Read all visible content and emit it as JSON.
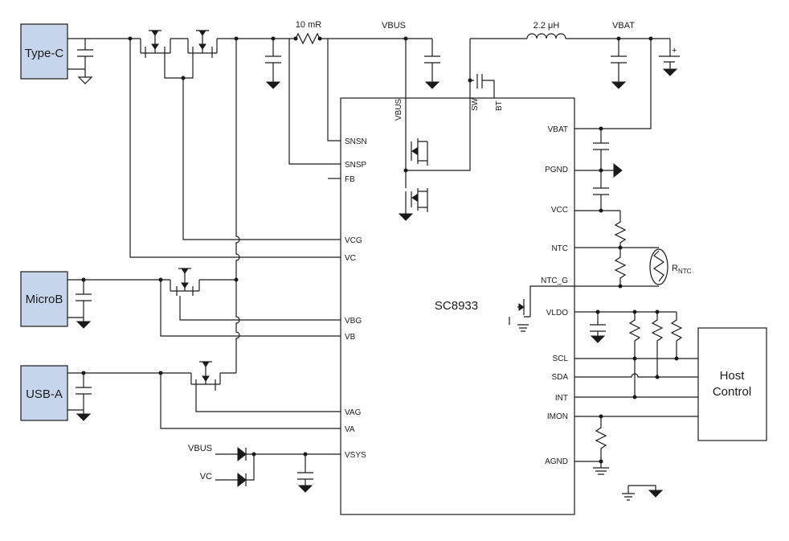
{
  "connectors": {
    "typec": "Type-C",
    "microb": "MicroB",
    "usba": "USB-A"
  },
  "chip": {
    "name": "SC8933",
    "pins_left": {
      "snsn": "SNSN",
      "snsp": "SNSP",
      "fb": "FB",
      "vcg": "VCG",
      "vc": "VC",
      "vbg": "VBG",
      "vb": "VB",
      "vag": "VAG",
      "va": "VA",
      "vsys": "VSYS"
    },
    "pins_top": {
      "vbus": "VBUS",
      "sw": "SW",
      "bt": "BT"
    },
    "pins_right": {
      "vbat": "VBAT",
      "pgnd": "PGND",
      "vcc": "VCC",
      "ntc": "NTC",
      "ntc_g": "NTC_G",
      "vldo": "VLDO",
      "scl": "SCL",
      "sda": "SDA",
      "int": "INT",
      "imon": "IMON",
      "agnd": "AGND"
    }
  },
  "labels": {
    "sense_resistor": "10 mR",
    "vbus_net": "VBUS",
    "inductor": "2.2 μH",
    "vbat_net": "VBAT",
    "rntc_main": "R",
    "rntc_sub": "NTC",
    "host_line1": "Host",
    "host_line2": "Control",
    "vsys_in_vbus": "VBUS",
    "vsys_in_vc": "VC",
    "battery_plus": "+"
  }
}
